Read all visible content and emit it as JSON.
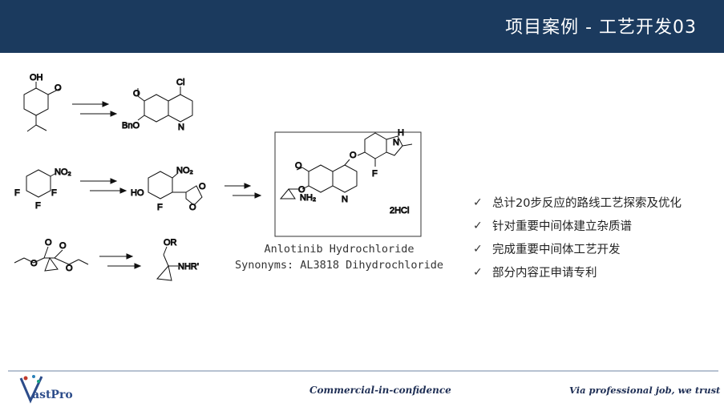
{
  "header": {
    "title": "项目案例 - 工艺开发03"
  },
  "scheme": {
    "sm1": {
      "oh": "OH",
      "o": "O"
    },
    "int1": {
      "cl": "Cl",
      "o": "O",
      "bno": "BnO",
      "n": "N"
    },
    "sm2": {
      "no2": "NO₂",
      "f1": "F",
      "f2": "F",
      "f3": "F"
    },
    "int2": {
      "no2": "NO₂",
      "ho": "HO",
      "f": "F",
      "o1": "O",
      "o2": "O"
    },
    "sm3": {
      "o1": "O",
      "o2": "O",
      "o3": "O",
      "o4": "O"
    },
    "int3": {
      "or": "OR",
      "nhr": "NHR'"
    },
    "product": {
      "nh": "H",
      "n1": "N",
      "o1": "O",
      "f": "F",
      "o2": "O",
      "nh2": "NH₂",
      "n2": "N",
      "o3": "O",
      "salt": "2HCl"
    }
  },
  "product_name": {
    "line1": "Anlotinib Hydrochloride",
    "line2": "Synonyms: AL3818 Dihydrochloride"
  },
  "bullets": [
    {
      "text": "总计20步反应的路线工艺探索及优化"
    },
    {
      "text": "针对重要中间体建立杂质谱"
    },
    {
      "text": "完成重要中间体工艺开发"
    },
    {
      "text": "部分内容正申请专利"
    }
  ],
  "footer": {
    "logo_text": "astPro",
    "confidential": "Commercial-in-confidence",
    "slogan": "Via professional job, we trust"
  }
}
